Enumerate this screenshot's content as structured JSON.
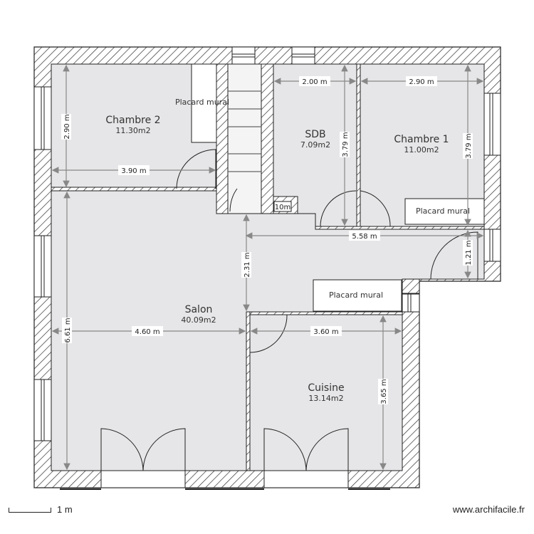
{
  "plan": {
    "rooms": [
      {
        "id": "chambre2",
        "name": "Chambre 2",
        "area": "11.30m2"
      },
      {
        "id": "sdb",
        "name": "SDB",
        "area": "7.09m2"
      },
      {
        "id": "chambre1",
        "name": "Chambre 1",
        "area": "11.00m2"
      },
      {
        "id": "salon",
        "name": "Salon",
        "area": "40.09m2"
      },
      {
        "id": "cuisine",
        "name": "Cuisine",
        "area": "13.14m2"
      }
    ],
    "closets": [
      {
        "label": "Placard mural"
      },
      {
        "label": "Placard mural"
      },
      {
        "label": "Placard mural"
      }
    ],
    "small_label": "10m",
    "dimensions": {
      "chambre2_height": "2.90 m",
      "chambre2_width": "3.90 m",
      "sdb_width": "2.00 m",
      "sdb_height": "3.79 m",
      "chambre1_width": "2.90 m",
      "chambre1_height": "3.79 m",
      "hall_width": "5.58 m",
      "hall_height": "2.31 m",
      "hall_end_height": "1.21 m",
      "salon_height": "6.61 m",
      "salon_width": "4.60 m",
      "cuisine_width": "3.60 m",
      "cuisine_height": "3.65 m"
    },
    "colors": {
      "floor": "#e6e6e8",
      "wall_stroke": "#222222",
      "dimension_line": "#888888",
      "background": "#ffffff"
    }
  },
  "footer": {
    "scale_label": "1 m",
    "brand": "www.archifacile.fr"
  }
}
